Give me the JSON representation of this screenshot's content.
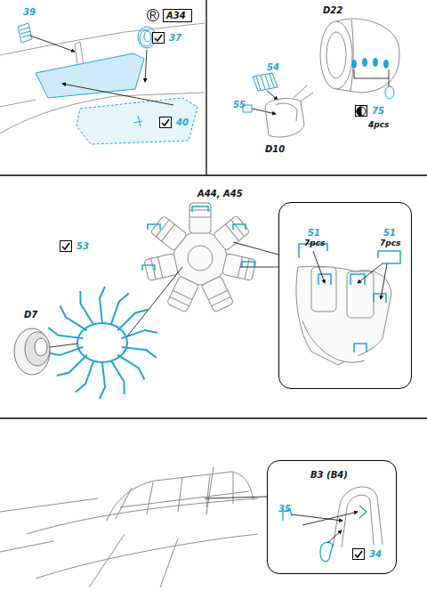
{
  "diagram": {
    "nodes": [
      {
        "text": [
          "A34"
        ]
      },
      {
        "text": [
          "37"
        ]
      },
      {
        "text": [
          "40"
        ]
      },
      {
        "text": [
          "75",
          "4pcs"
        ]
      },
      {
        "text": [
          "53"
        ]
      },
      {
        "text": [
          "51",
          "7pcs",
          "51",
          "7pcs"
        ]
      },
      {
        "text": [
          "B3 (B4)",
          "35"
        ]
      },
      {
        "text": [
          "34"
        ],
        "in": 6
      }
    ],
    "labels": [
      "39",
      "D22",
      "54",
      "55",
      "D10",
      "A44, A45",
      "D7"
    ]
  }
}
